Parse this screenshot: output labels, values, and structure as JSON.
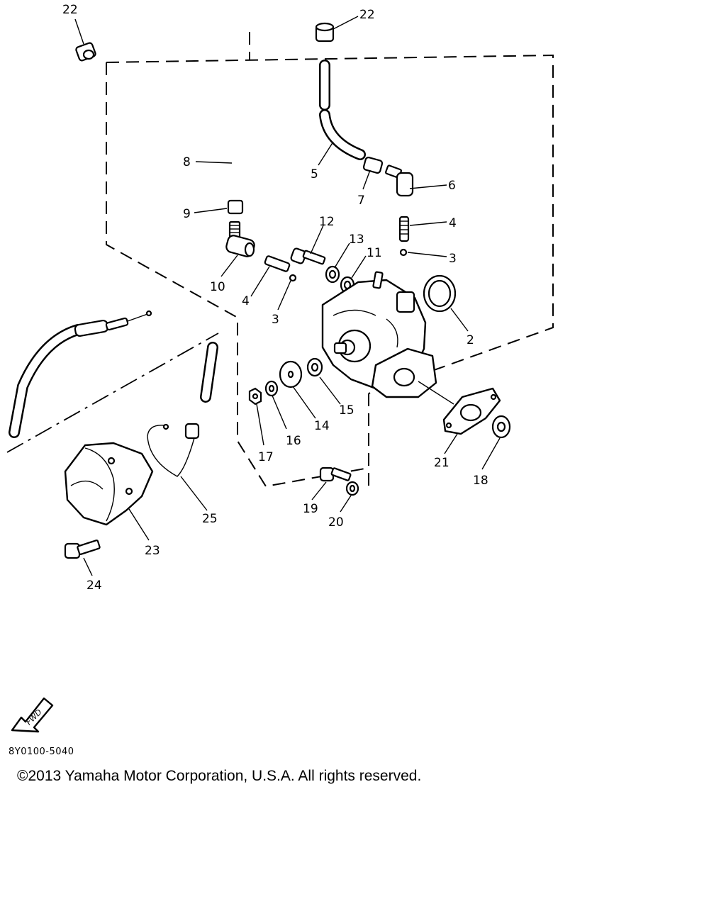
{
  "diagram": {
    "callouts": {
      "c22a": "22",
      "c22b": "22",
      "c8": "8",
      "c5": "5",
      "c7": "7",
      "c6": "6",
      "c9": "9",
      "c12": "12",
      "c13": "13",
      "c11": "11",
      "c4a": "4",
      "c3a": "3",
      "c10": "10",
      "c4b": "4",
      "c3b": "3",
      "c2": "2",
      "c15": "15",
      "c14": "14",
      "c16": "16",
      "c17": "17",
      "c21": "21",
      "c18": "18",
      "c19": "19",
      "c20": "20",
      "c25": "25",
      "c23": "23",
      "c24": "24"
    },
    "fwd_label": "FWD",
    "diagram_code": "8Y0100-5040",
    "copyright": "©2013 Yamaha Motor Corporation, U.S.A. All rights reserved."
  }
}
